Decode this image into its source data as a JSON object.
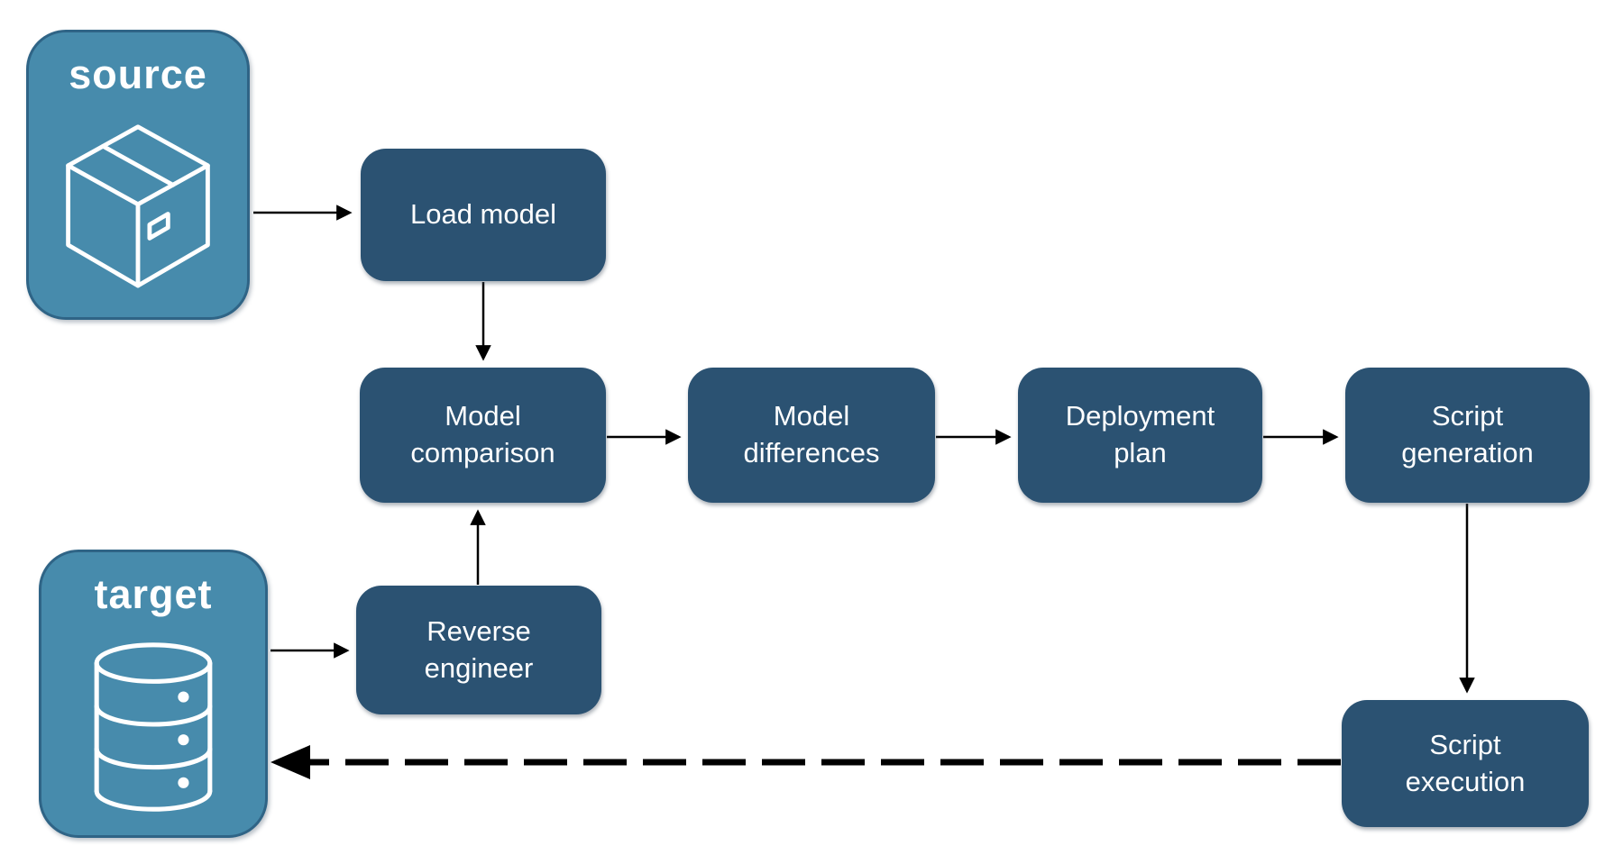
{
  "diagram": {
    "colors": {
      "background": "#ffffff",
      "node_fill": "#2B5272",
      "endpoint_fill": "#478BAC",
      "endpoint_border": "#2F6486",
      "text": "#ffffff",
      "arrow": "#000000"
    },
    "endpoints": [
      {
        "id": "source",
        "label": "source",
        "icon": "package-icon"
      },
      {
        "id": "target",
        "label": "target",
        "icon": "database-icon"
      }
    ],
    "nodes": [
      {
        "id": "load-model",
        "label": "Load model"
      },
      {
        "id": "model-comparison",
        "label": "Model comparison"
      },
      {
        "id": "model-differences",
        "label": "Model differences"
      },
      {
        "id": "deployment-plan",
        "label": "Deployment plan"
      },
      {
        "id": "script-generation",
        "label": "Script generation"
      },
      {
        "id": "reverse-engineer",
        "label": "Reverse engineer"
      },
      {
        "id": "script-execution",
        "label": "Script execution"
      }
    ],
    "edges": [
      {
        "from": "source",
        "to": "load-model",
        "style": "solid"
      },
      {
        "from": "load-model",
        "to": "model-comparison",
        "style": "solid"
      },
      {
        "from": "model-comparison",
        "to": "model-differences",
        "style": "solid"
      },
      {
        "from": "model-differences",
        "to": "deployment-plan",
        "style": "solid"
      },
      {
        "from": "deployment-plan",
        "to": "script-generation",
        "style": "solid"
      },
      {
        "from": "script-generation",
        "to": "script-execution",
        "style": "solid"
      },
      {
        "from": "target",
        "to": "reverse-engineer",
        "style": "solid"
      },
      {
        "from": "reverse-engineer",
        "to": "model-comparison",
        "style": "solid"
      },
      {
        "from": "script-execution",
        "to": "target",
        "style": "dashed"
      }
    ]
  }
}
